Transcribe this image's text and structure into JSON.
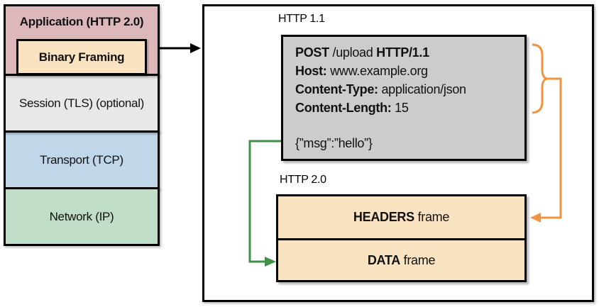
{
  "colors": {
    "app_pink": "#dcb8bb",
    "binary_tan": "#fae3c0",
    "session_gray": "#e8e8e8",
    "transport_blue": "#c0d7ea",
    "network_green": "#c0ddc7",
    "request_gray": "#cccccc",
    "frame_tan": "#fae3c0",
    "arrow_orange": "#ef9440",
    "arrow_green": "#3f9245",
    "border_black": "#000000"
  },
  "stack": {
    "application_label": "Application (HTTP 2.0)",
    "binary_framing_label": "Binary Framing",
    "session_label": "Session (TLS) (optional)",
    "transport_label": "Transport (TCP)",
    "network_label": "Network (IP)"
  },
  "panel": {
    "http11_label": "HTTP 1.1",
    "request": {
      "method": "POST",
      "path_segment": " /upload ",
      "version": "HTTP/1.1",
      "host_key": "Host:",
      "host_value": " www.example.org",
      "content_type_key": "Content-Type:",
      "content_type_value": " application/json",
      "content_length_key": "Content-Length:",
      "content_length_value": " 15",
      "body": "{”msg”:”hello”}"
    },
    "http20_label": "HTTP 2.0",
    "headers_frame": {
      "bold": "HEADERS",
      "rest": " frame"
    },
    "data_frame": {
      "bold": "DATA",
      "rest": " frame"
    }
  }
}
